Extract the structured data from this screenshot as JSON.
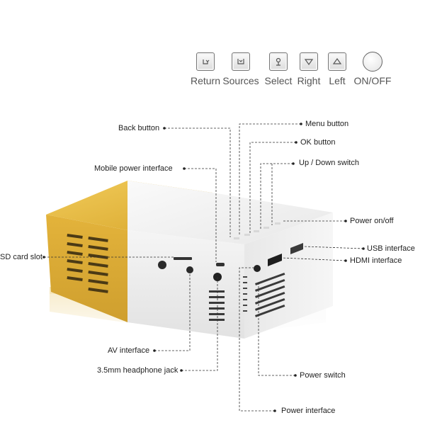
{
  "buttons": [
    {
      "label": "Return",
      "icon": "return-icon"
    },
    {
      "label": "Sources",
      "icon": "sources-icon"
    },
    {
      "label": "Select",
      "icon": "select-icon"
    },
    {
      "label": "Right",
      "icon": "down-triangle-icon"
    },
    {
      "label": "Left",
      "icon": "up-triangle-icon"
    },
    {
      "label": "ON/OFF",
      "icon": "power-round-icon"
    }
  ],
  "callouts": {
    "back_button": "Back button",
    "menu_button": "Menu button",
    "ok_button": "OK button",
    "up_down_switch": "Up / Down switch",
    "mobile_power": "Mobile power interface",
    "power_onoff": "Power on/off",
    "sd_card": "SD card slot",
    "usb": "USB interface",
    "hdmi": "HDMI interface",
    "av": "AV interface",
    "headphone": "3.5mm headphone jack",
    "power_switch": "Power switch",
    "power_interface": "Power interface"
  },
  "colors": {
    "yellow": "#e1b63f",
    "white_body": "#f4f4f4",
    "line": "#333333"
  }
}
